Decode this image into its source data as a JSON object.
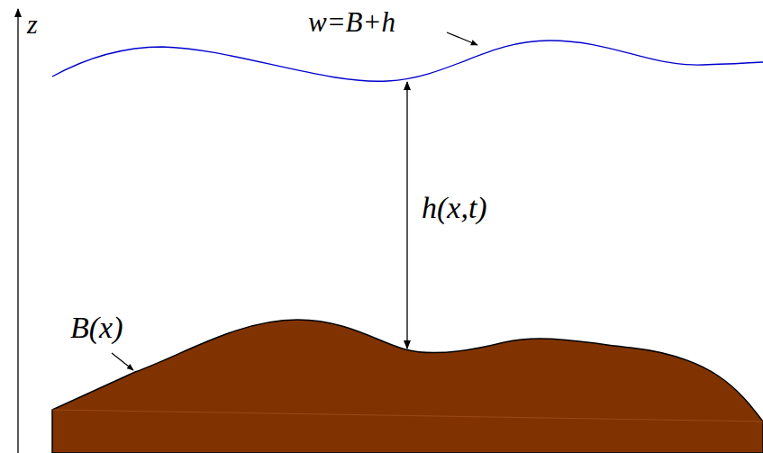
{
  "diagram": {
    "labels": [
      "z",
      "w=B+h",
      "h(x,t)",
      "B(x)"
    ]
  }
}
